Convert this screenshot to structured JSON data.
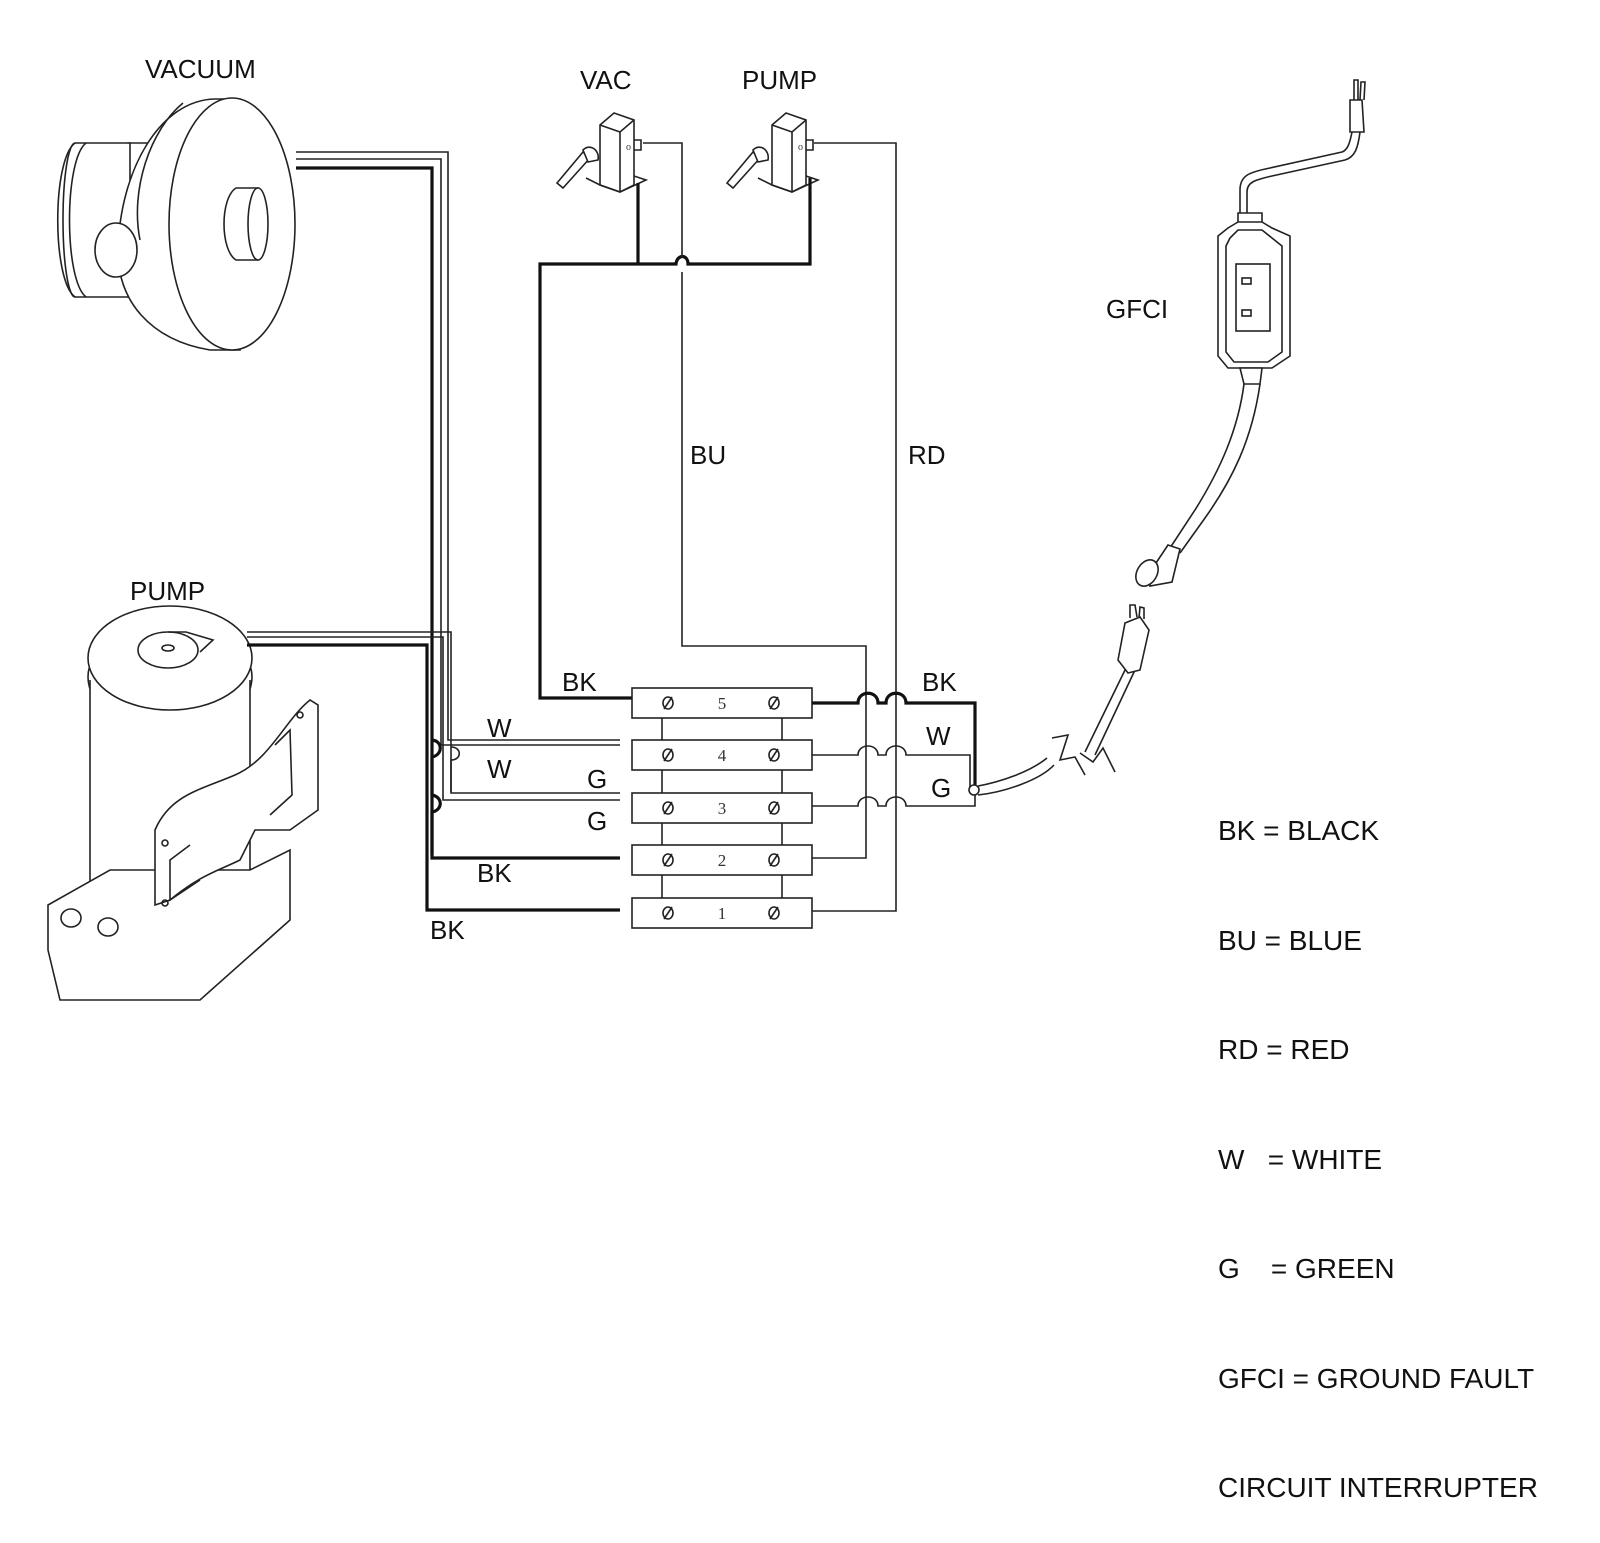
{
  "components": {
    "vacuum": {
      "label": "VACUUM"
    },
    "pump_motor": {
      "label": "PUMP"
    },
    "vac_switch": {
      "label": "VAC"
    },
    "pump_switch": {
      "label": "PUMP"
    },
    "gfci": {
      "label": "GFCI"
    }
  },
  "wire_labels": {
    "blue": "BU",
    "red": "RD",
    "bk_terminal5_left": "BK",
    "w_upper_left": "W",
    "w_lower_left": "W",
    "g_upper_left": "G",
    "g_lower_left": "G",
    "bk_terminal2_left": "BK",
    "bk_terminal1_left": "BK",
    "bk_right": "BK",
    "w_right": "W",
    "g_right": "G"
  },
  "terminal_block": {
    "terminals": [
      {
        "number": "5"
      },
      {
        "number": "4"
      },
      {
        "number": "3"
      },
      {
        "number": "2"
      },
      {
        "number": "1"
      }
    ]
  },
  "legend": {
    "items": [
      "BK = BLACK",
      "BU = BLUE",
      "RD = RED",
      "W   = WHITE",
      "G    = GREEN",
      "GFCI = GROUND FAULT",
      "CIRCUIT INTERRUPTER"
    ]
  }
}
